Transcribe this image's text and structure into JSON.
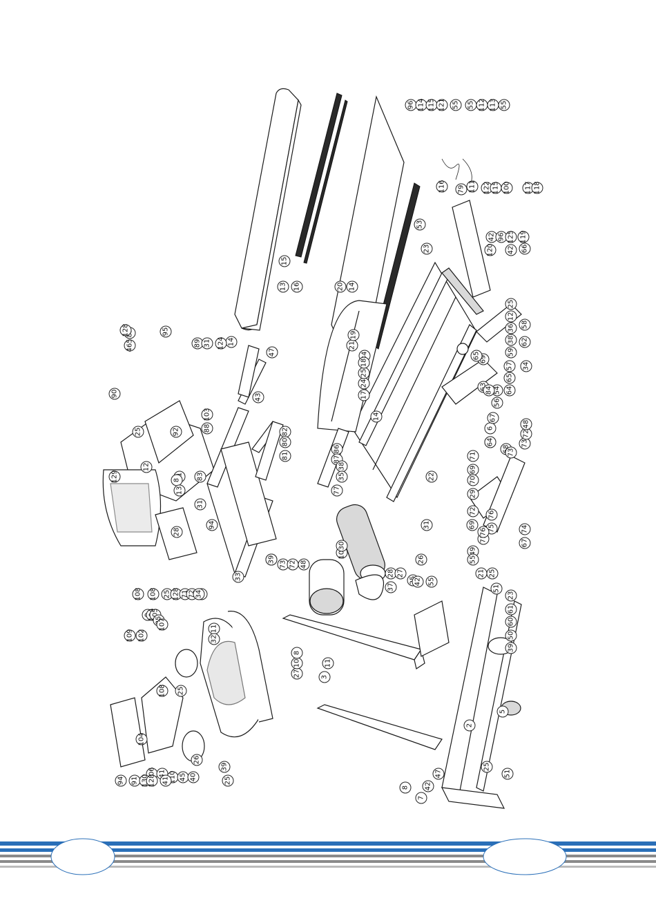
{
  "diagram": {
    "subject": "treadmill exploded parts view",
    "callouts_upper": [
      "96",
      "114",
      "115",
      "121",
      "55",
      "55",
      "112",
      "113",
      "55",
      "116",
      "111",
      "79",
      "122",
      "115",
      "100",
      "117",
      "118",
      "42",
      "96",
      "125",
      "119",
      "120",
      "42",
      "66",
      "23",
      "53",
      "20",
      "14",
      "16",
      "13",
      "15",
      "14",
      "25",
      "12",
      "36",
      "38",
      "58",
      "62",
      "34",
      "59",
      "57",
      "65",
      "64",
      "63",
      "56",
      "54",
      "69",
      "65",
      "34",
      "21",
      "19",
      "84",
      "89",
      "31",
      "124",
      "465",
      "85",
      "128",
      "95",
      "90",
      "129",
      "25",
      "12",
      "83",
      "103",
      "88",
      "92"
    ],
    "callouts_middle": [
      "17",
      "24",
      "25",
      "18",
      "14",
      "43",
      "47",
      "82",
      "80",
      "81",
      "86",
      "87",
      "38",
      "35",
      "77",
      "22",
      "6",
      "67",
      "68",
      "67",
      "64",
      "73",
      "72",
      "48",
      "73",
      "71",
      "69",
      "70",
      "29",
      "72",
      "76",
      "75",
      "71",
      "69",
      "31",
      "76",
      "67",
      "74"
    ],
    "callouts_lower": [
      "4",
      "73",
      "72",
      "48",
      "101",
      "30",
      "37",
      "28",
      "27",
      "25",
      "26",
      "42",
      "55",
      "49",
      "55",
      "21",
      "25",
      "51",
      "23",
      "61",
      "60",
      "50",
      "39",
      "33",
      "11",
      "32",
      "38",
      "108",
      "25",
      "128",
      "71",
      "72",
      "34",
      "94",
      "108",
      "28",
      "11",
      "8",
      "13",
      "31",
      "27",
      "10",
      "8",
      "11",
      "3",
      "2",
      "5",
      "25",
      "51",
      "47",
      "42",
      "7",
      "8",
      "9",
      "104",
      "105",
      "85",
      "107",
      "102",
      "109",
      "108",
      "25",
      "26",
      "39",
      "104",
      "106",
      "41",
      "110",
      "45",
      "40",
      "94",
      "91",
      "130",
      "128",
      "41",
      "25",
      "39"
    ]
  }
}
